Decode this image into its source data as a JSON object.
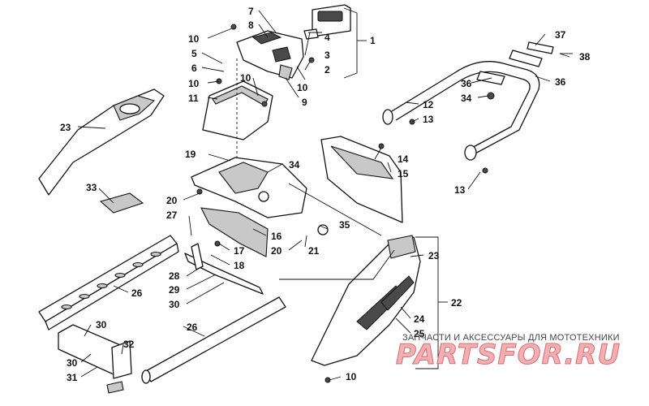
{
  "callouts": {
    "c1": "1",
    "c2": "2",
    "c3": "3",
    "c4": "4",
    "c5": "5",
    "c6": "6",
    "c7": "7",
    "c8": "8",
    "c9": "9",
    "c10a": "10",
    "c10b": "10",
    "c10c": "10",
    "c10d": "10",
    "c10e": "10",
    "c11": "11",
    "c12": "12",
    "c13a": "13",
    "c13b": "13",
    "c14": "14",
    "c15": "15",
    "c16": "16",
    "c17": "17",
    "c18": "18",
    "c19": "19",
    "c20a": "20",
    "c20b": "20",
    "c21": "21",
    "c22": "22",
    "c23a": "23",
    "c23b": "23",
    "c24": "24",
    "c25": "25",
    "c26a": "26",
    "c26b": "26",
    "c27": "27",
    "c28": "28",
    "c29": "29",
    "c30a": "30",
    "c30b": "30",
    "c30c": "30",
    "c31": "31",
    "c32": "32",
    "c33": "33",
    "c34a": "34",
    "c34b": "34",
    "c35": "35",
    "c36a": "36",
    "c36b": "36",
    "c37": "37",
    "c38": "38"
  },
  "watermark": {
    "caption": "ЗАПЧАСТИ И АКСЕССУАРЫ ДЛЯ МОТОТЕХНИКИ",
    "logo": "PARTSFOR.RU"
  }
}
